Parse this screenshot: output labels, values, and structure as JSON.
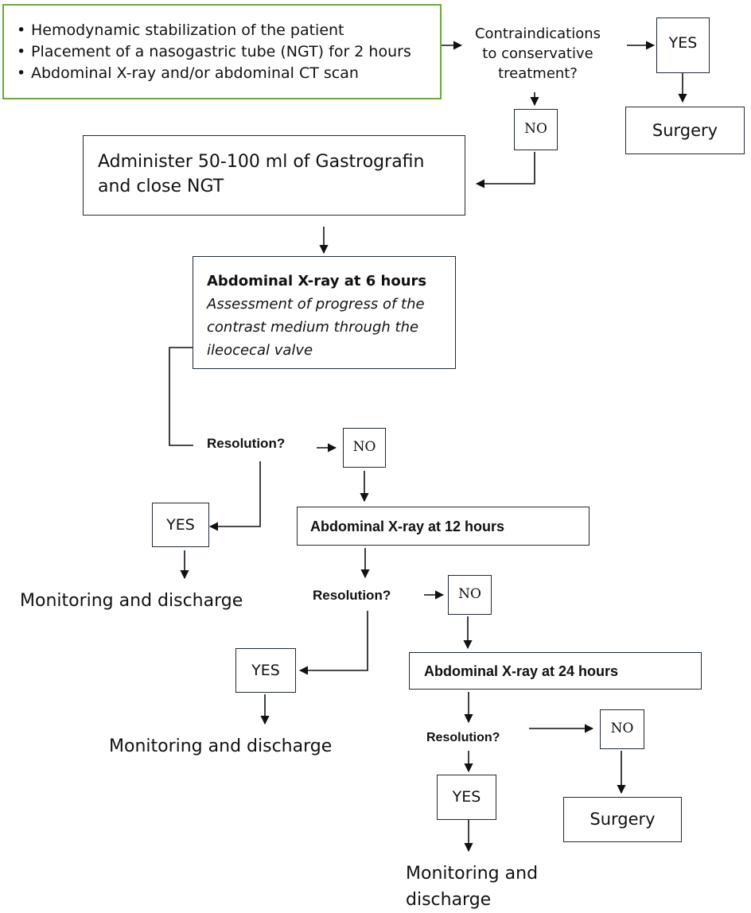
{
  "start_box": {
    "items": [
      "Hemodynamic stabilization of the patient",
      "Placement of a nasogastric tube (NGT) for 2 hours",
      "Abdominal X-ray and/or abdominal CT scan"
    ]
  },
  "contraindications": {
    "question": [
      "Contraindications",
      "to conservative",
      "treatment?"
    ],
    "yes": "YES",
    "no": "NO",
    "surgery": "Surgery"
  },
  "gastrografin": {
    "lines": [
      "Administer 50-100 ml of Gastrografin",
      "and close NGT"
    ]
  },
  "xray6": {
    "title": "Abdominal X-ray at 6 hours",
    "note": [
      "Assessment of progress of the",
      "contrast medium through the",
      "ileocecal valve"
    ]
  },
  "step6": {
    "question": "Resolution?",
    "no": "NO",
    "yes": "YES",
    "outcome": "Monitoring and discharge"
  },
  "xray12": {
    "title": "Abdominal X-ray at 12 hours"
  },
  "step12": {
    "question": "Resolution?",
    "no": "NO",
    "yes": "YES",
    "outcome": "Monitoring and discharge"
  },
  "xray24": {
    "title": "Abdominal X-ray at 24 hours"
  },
  "step24": {
    "question": "Resolution?",
    "no": "NO",
    "yes": "YES",
    "surgery": "Surgery",
    "outcome": [
      "Monitoring and",
      "discharge"
    ]
  },
  "colors": {
    "start_border": "#6aaa3a",
    "box_border": "#1f2a36",
    "arrow": "#111111"
  }
}
